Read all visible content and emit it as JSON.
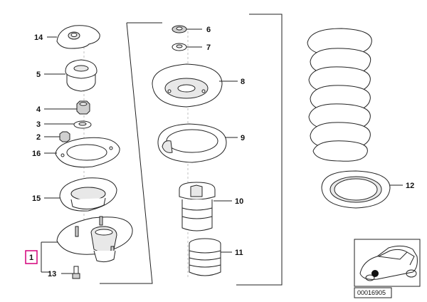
{
  "diagram": {
    "callouts": [
      {
        "id": "c14",
        "label": "14",
        "part": "cap"
      },
      {
        "id": "c5",
        "label": "5",
        "part": "threaded-sleeve"
      },
      {
        "id": "c4",
        "label": "4",
        "part": "nut"
      },
      {
        "id": "c3",
        "label": "3",
        "part": "washer"
      },
      {
        "id": "c2",
        "label": "2",
        "part": "small-nut"
      },
      {
        "id": "c16",
        "label": "16",
        "part": "gasket"
      },
      {
        "id": "c15",
        "label": "15",
        "part": "support-plate"
      },
      {
        "id": "c1",
        "label": "1",
        "part": "strut-mount",
        "highlight": true
      },
      {
        "id": "c13",
        "label": "13",
        "part": "bolt"
      },
      {
        "id": "c6",
        "label": "6",
        "part": "washer-top"
      },
      {
        "id": "c7",
        "label": "7",
        "part": "washer-lower"
      },
      {
        "id": "c8",
        "label": "8",
        "part": "upper-spring-seat"
      },
      {
        "id": "c9",
        "label": "9",
        "part": "spring-pad"
      },
      {
        "id": "c10",
        "label": "10",
        "part": "bump-stop"
      },
      {
        "id": "c11",
        "label": "11",
        "part": "dust-boot"
      },
      {
        "id": "c12",
        "label": "12",
        "part": "lower-spring-pad"
      }
    ],
    "reference_code": "00016905",
    "highlight_color": "#d4007a",
    "marker_color": "#111111"
  }
}
